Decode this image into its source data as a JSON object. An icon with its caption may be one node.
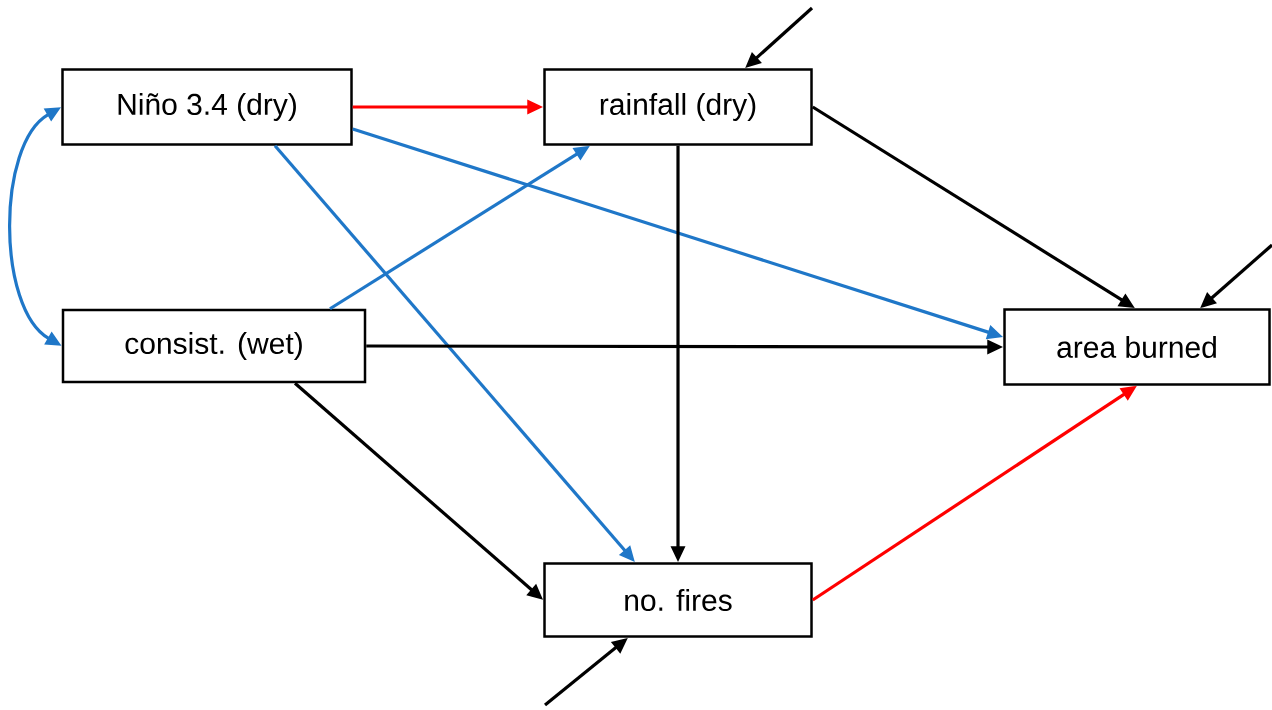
{
  "diagram": {
    "nodes": [
      {
        "text": [
          "Niño 3.4 (dry)"
        ]
      },
      {
        "text": [
          "rainfall (dry)"
        ]
      },
      {
        "text": [
          "consist. (wet)"
        ]
      },
      {
        "text": [
          "area burned"
        ]
      },
      {
        "text": [
          "no. fires"
        ]
      }
    ],
    "edges": [
      {
        "from": 0,
        "to": 1,
        "arrow": "to",
        "color": "#ff0000"
      },
      {
        "from": 0,
        "to": 2,
        "arrow": "both",
        "color": "#1f77c8"
      },
      {
        "from": 0,
        "to": 3,
        "arrow": "to",
        "color": "#1f77c8"
      },
      {
        "from": 0,
        "to": 4,
        "arrow": "to",
        "color": "#1f77c8"
      },
      {
        "from": 2,
        "to": 1,
        "arrow": "to",
        "color": "#1f77c8"
      },
      {
        "from": 2,
        "to": 3,
        "arrow": "to"
      },
      {
        "from": 2,
        "to": 4,
        "arrow": "to"
      },
      {
        "from": 1,
        "to": 4,
        "arrow": "to"
      },
      {
        "from": 1,
        "to": 3,
        "arrow": "to"
      },
      {
        "from": 4,
        "to": 3,
        "arrow": "to",
        "color": "#ff0000"
      },
      {
        "from": null,
        "to": 1,
        "arrow": "to"
      },
      {
        "from": null,
        "to": 3,
        "arrow": "to"
      },
      {
        "from": null,
        "to": 4,
        "arrow": "to"
      }
    ]
  }
}
